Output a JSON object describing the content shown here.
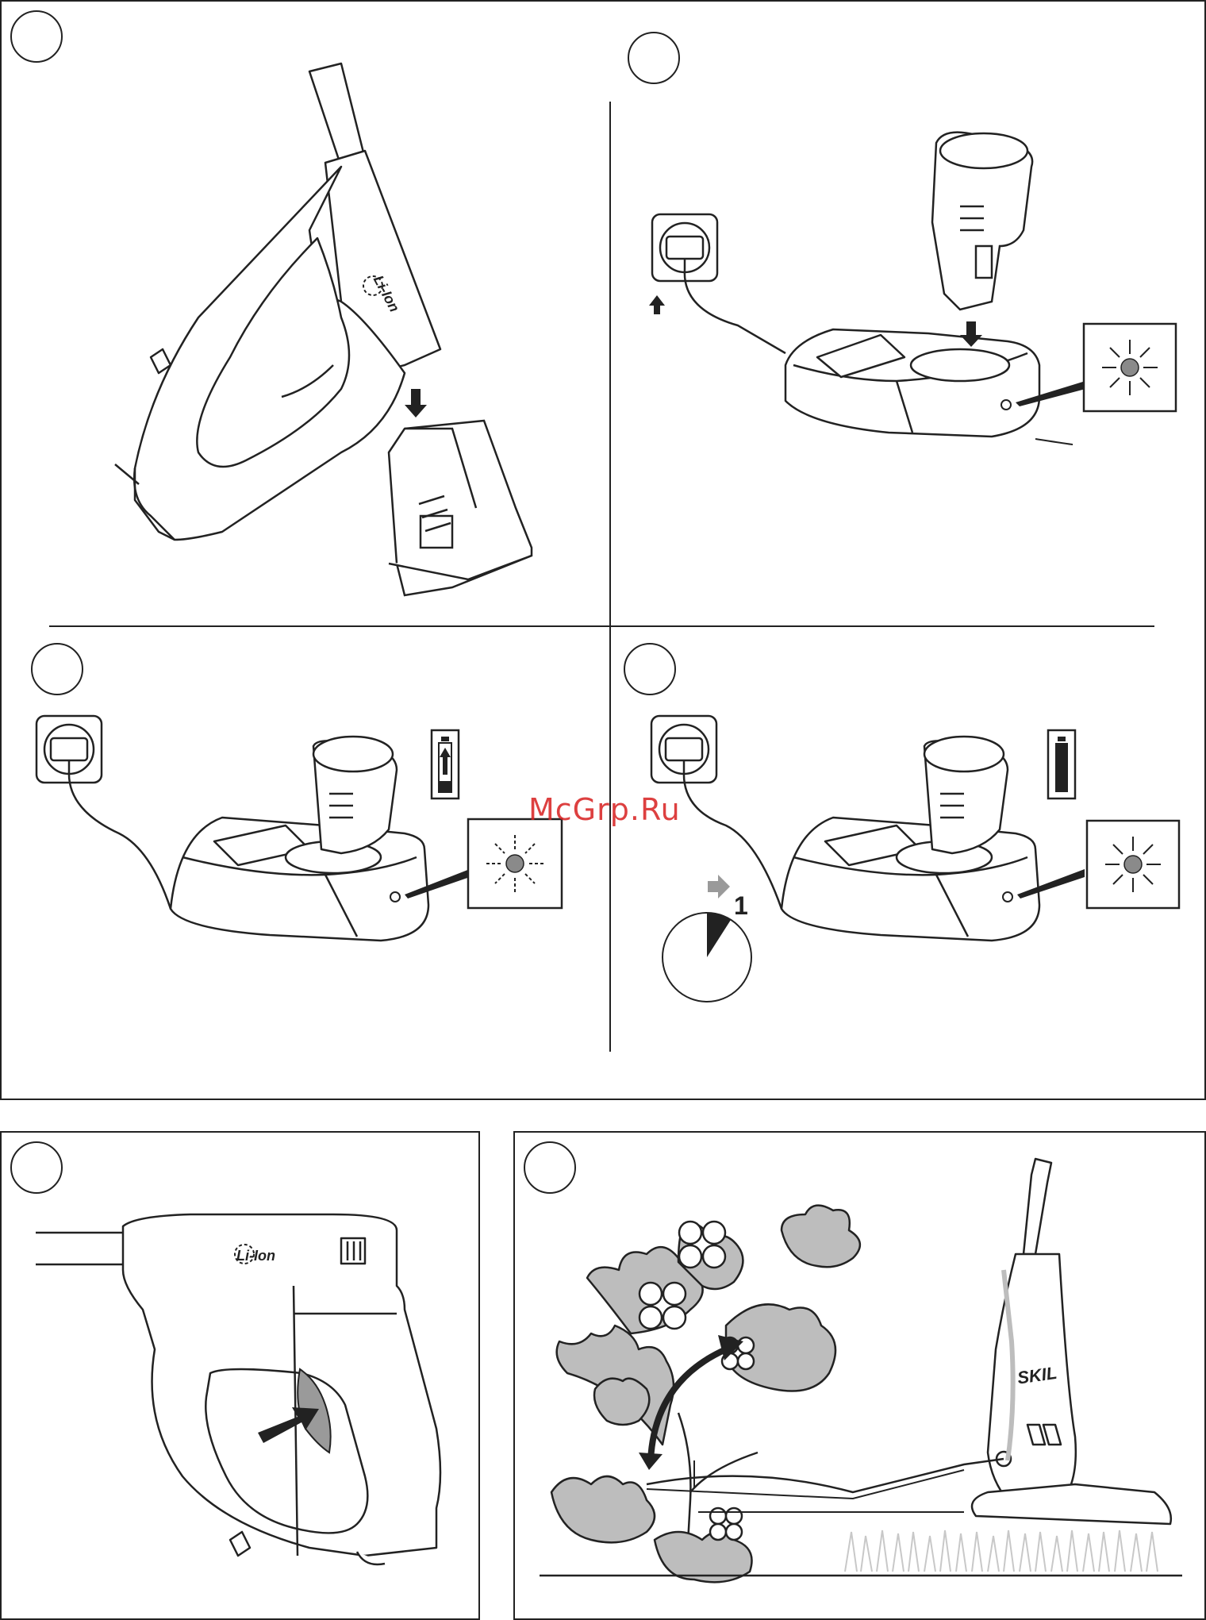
{
  "watermark": "McGrp.Ru",
  "labels": {
    "li_ion_a": "Li-Ion",
    "li_ion_b": "Li-Ion",
    "skil": "SKIL",
    "timer_number": "1"
  },
  "colors": {
    "line": "#222222",
    "watermark": "#d71e1e",
    "grey_fill": "#bdbdbd",
    "dark_grey": "#8a8a8a"
  },
  "icons": [
    "power-socket-icon",
    "battery-charging-icon",
    "battery-full-icon",
    "led-blink-icon",
    "arrow-down-icon",
    "arrow-up-icon",
    "timer-icon",
    "swing-arrow-icon"
  ]
}
